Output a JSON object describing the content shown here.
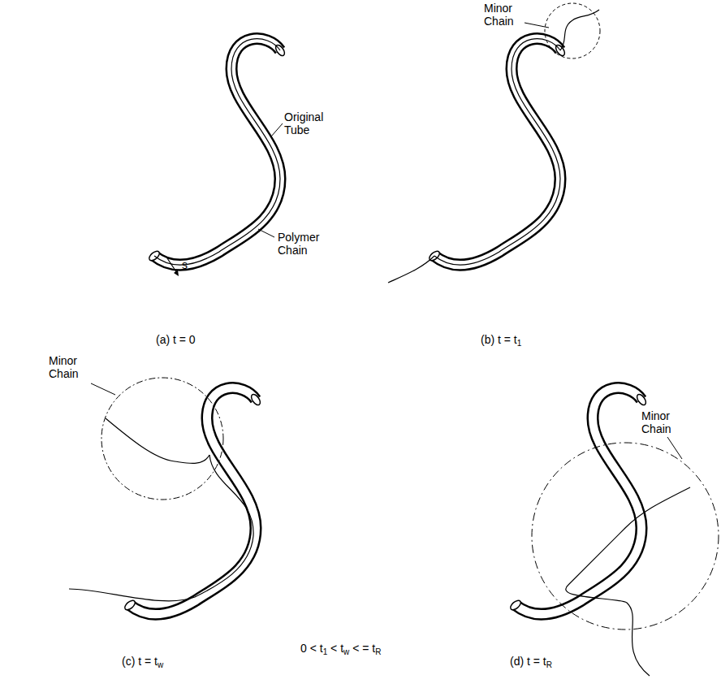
{
  "diagram": {
    "labels": [
      "Minor Chain",
      "Original Tube",
      "Polymer Chain",
      "s",
      "Minor Chain",
      "Minor Chain",
      "(a) t = 0",
      "(b) t = t1",
      "(c) t = tw",
      "(d) t = tR",
      "0 < t1 < tw < = tR"
    ]
  }
}
